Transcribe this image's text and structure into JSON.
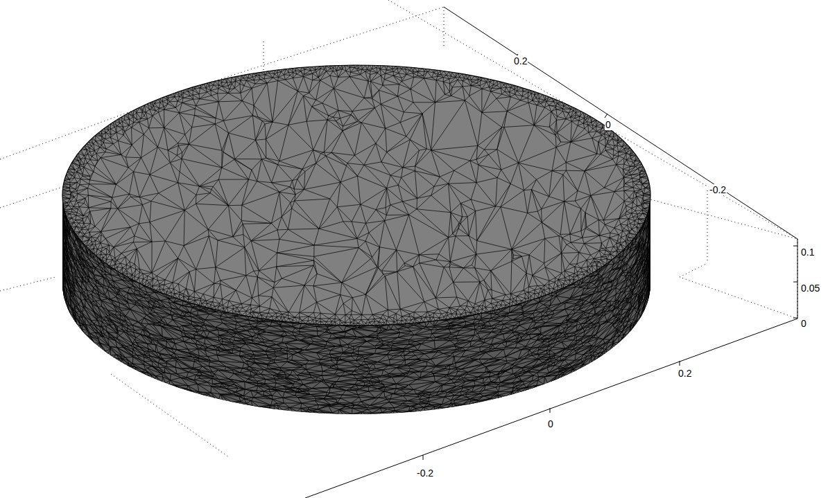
{
  "diagram": {
    "labels": [
      "0.2",
      "0",
      "-0.2",
      "0.1",
      "0.05",
      "0",
      "0.2",
      "0",
      "-0.2"
    ]
  }
}
